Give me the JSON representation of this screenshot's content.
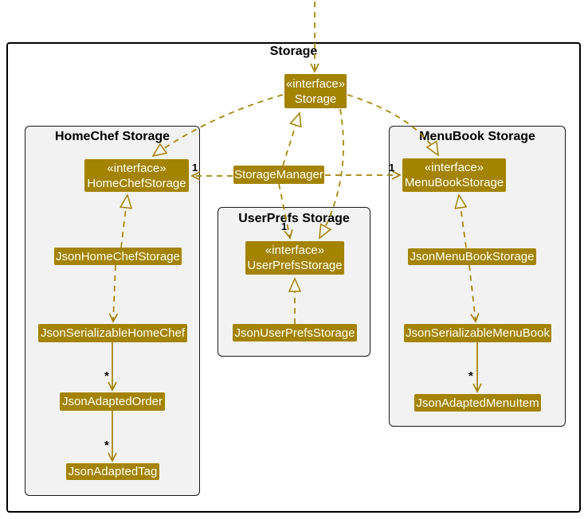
{
  "diagram": {
    "frame_title": "Storage"
  },
  "containers": {
    "homechef": {
      "title": "HomeChef Storage"
    },
    "userprefs": {
      "title": "UserPrefs Storage"
    },
    "menubook": {
      "title": "MenuBook Storage"
    }
  },
  "nodes": {
    "storage_interface": {
      "stereotype": "«interface»",
      "name": "Storage"
    },
    "homechef_interface": {
      "stereotype": "«interface»",
      "name": "HomeChefStorage"
    },
    "menubook_interface": {
      "stereotype": "«interface»",
      "name": "MenuBookStorage"
    },
    "userprefs_interface": {
      "stereotype": "«interface»",
      "name": "UserPrefsStorage"
    },
    "storage_manager": {
      "name": "StorageManager"
    },
    "json_homechef_storage": {
      "name": "JsonHomeChefStorage"
    },
    "json_menubook_storage": {
      "name": "JsonMenuBookStorage"
    },
    "json_userprefs_storage": {
      "name": "JsonUserPrefsStorage"
    },
    "json_serializable_homechef": {
      "name": "JsonSerializableHomeChef"
    },
    "json_serializable_menubook": {
      "name": "JsonSerializableMenuBook"
    },
    "json_adapted_order": {
      "name": "JsonAdaptedOrder"
    },
    "json_adapted_menuitem": {
      "name": "JsonAdaptedMenuItem"
    },
    "json_adapted_tag": {
      "name": "JsonAdaptedTag"
    }
  },
  "multiplicities": {
    "manager_to_homechef": "1",
    "manager_to_menubook": "1",
    "manager_to_userprefs": "1",
    "serializable_homechef_to_order": "*",
    "order_to_tag": "*",
    "serializable_menubook_to_menuitem": "*"
  },
  "colors": {
    "storage_accent": "#A38300",
    "container_fill": "#F2F2F2",
    "node_text": "#FFFFFF",
    "border": "#000000"
  }
}
